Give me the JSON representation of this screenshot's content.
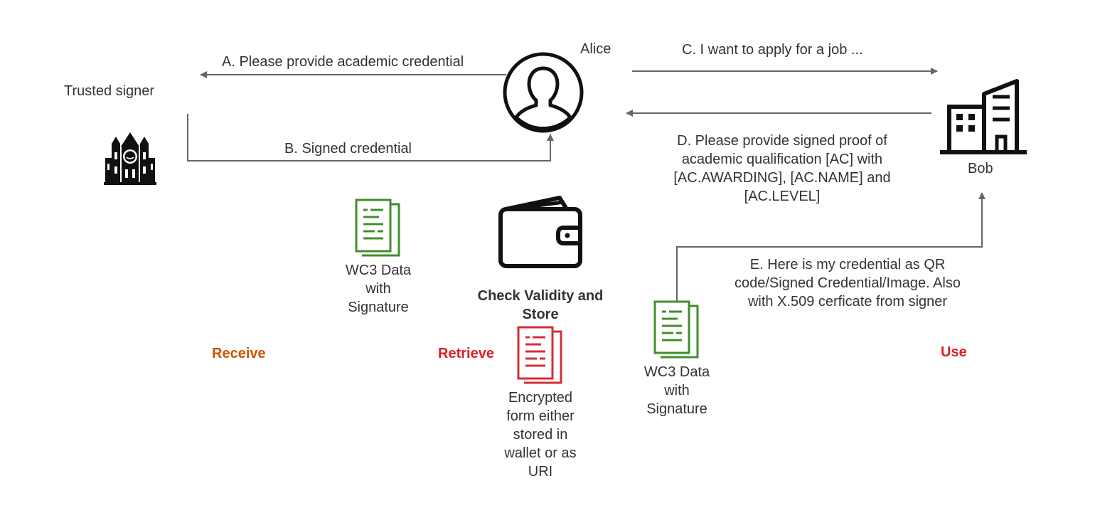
{
  "actors": {
    "trusted_signer": "Trusted signer",
    "alice": "Alice",
    "bob": "Bob"
  },
  "messages": {
    "a": "A. Please provide academic credential",
    "b": "B. Signed credential",
    "c": "C. I want to apply for a job ...",
    "d_line1": "D. Please provide signed proof of",
    "d_line2": "academic qualification [AC] with",
    "d_line3": "[AC.AWARDING], [AC.NAME] and",
    "d_line4": "[AC.LEVEL]",
    "e_line1": "E. Here is my credential as QR",
    "e_line2": "code/Signed Credential/Image. Also",
    "e_line3": "with X.509 cerficate from signer"
  },
  "documents": {
    "receive_doc_line1": "WC3 Data",
    "receive_doc_line2": "with",
    "receive_doc_line3": "Signature",
    "use_doc_line1": "WC3 Data",
    "use_doc_line2": "with",
    "use_doc_line3": "Signature",
    "encrypted_line1": "Encrypted",
    "encrypted_line2": "form either",
    "encrypted_line3": "stored in",
    "encrypted_line4": "wallet or as",
    "encrypted_line5": "URI"
  },
  "wallet": {
    "title_line1": "Check Validity and",
    "title_line2": "Store"
  },
  "phases": {
    "receive": "Receive",
    "retrieve": "Retrieve",
    "use": "Use"
  },
  "colors": {
    "receive": "#cc5500",
    "retrieve": "#dd1f26",
    "use": "#dd1f26",
    "doc_green": "#3f8f2b",
    "doc_red": "#d32f3a",
    "arrow": "#666666",
    "text": "#333333"
  }
}
